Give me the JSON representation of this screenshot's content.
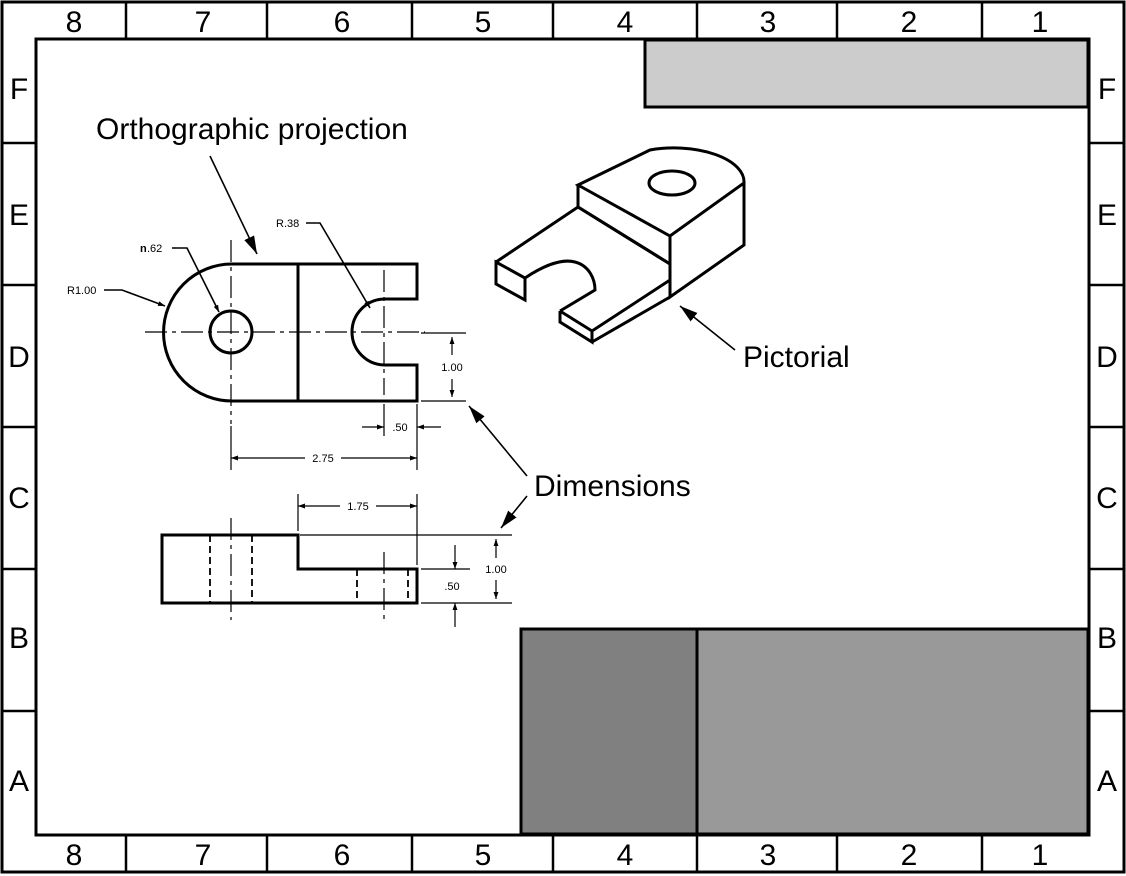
{
  "border": {
    "top_columns": [
      "8",
      "7",
      "6",
      "5",
      "4",
      "3",
      "2",
      "1"
    ],
    "bottom_columns": [
      "8",
      "7",
      "6",
      "5",
      "4",
      "3",
      "2",
      "1"
    ],
    "left_rows": [
      "F",
      "E",
      "D",
      "C",
      "B",
      "A"
    ],
    "right_rows": [
      "F",
      "E",
      "D",
      "C",
      "B",
      "A"
    ]
  },
  "callouts": {
    "orthographic": "Orthographic projection",
    "pictorial": "Pictorial",
    "dimensions": "Dimensions"
  },
  "dimensions": {
    "hole_dia_symbol": "n",
    "hole_dia_value": ".62",
    "outer_radius": "R1.00",
    "slot_radius": "R.38",
    "front_height": "1.00",
    "slot_offset": ".50",
    "overall_length": "2.75",
    "step_length": "1.75",
    "side_height": "1.00",
    "step_height": ".50"
  },
  "colors": {
    "line": "#000000",
    "title_strip": "#cccccc",
    "block_dark": "#808080",
    "block_light": "#999999",
    "paper": "#ffffff"
  }
}
